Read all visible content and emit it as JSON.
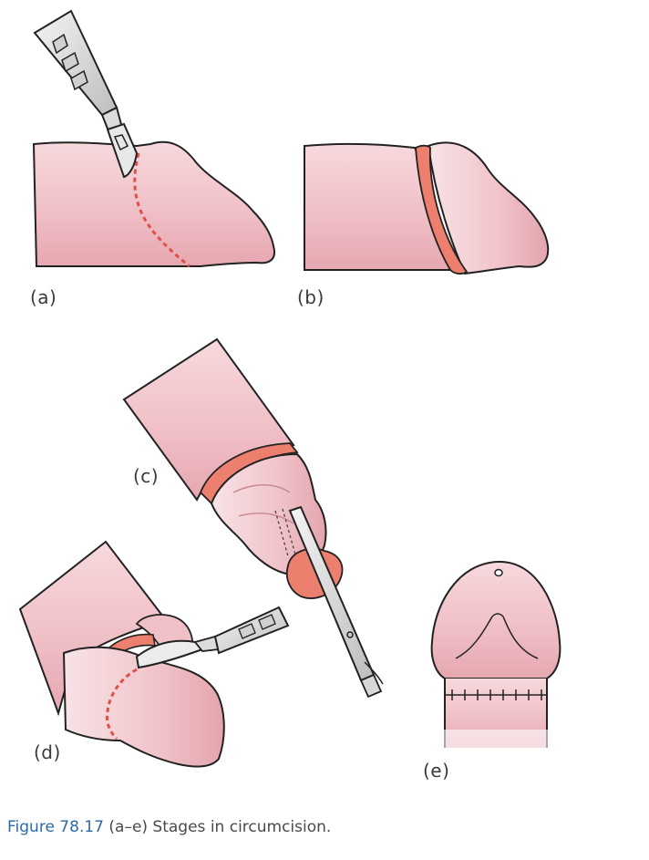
{
  "labels": {
    "a": "(a)",
    "b": "(b)",
    "c": "(c)",
    "d": "(d)",
    "e": "(e)"
  },
  "caption": {
    "figure_number": "Figure 78.17",
    "text": "(a–e) Stages in circumcision."
  },
  "colors": {
    "skin": "#f2c6cc",
    "skin_shadow": "#e6a8b0",
    "incision": "#e0504a",
    "raw_tissue": "#ec7f6e",
    "steel": "#e2e2e2",
    "outline": "#222222",
    "caption_blue": "#2a6aa8"
  },
  "icons": [
    "scalpel-icon",
    "scissors-icon"
  ]
}
